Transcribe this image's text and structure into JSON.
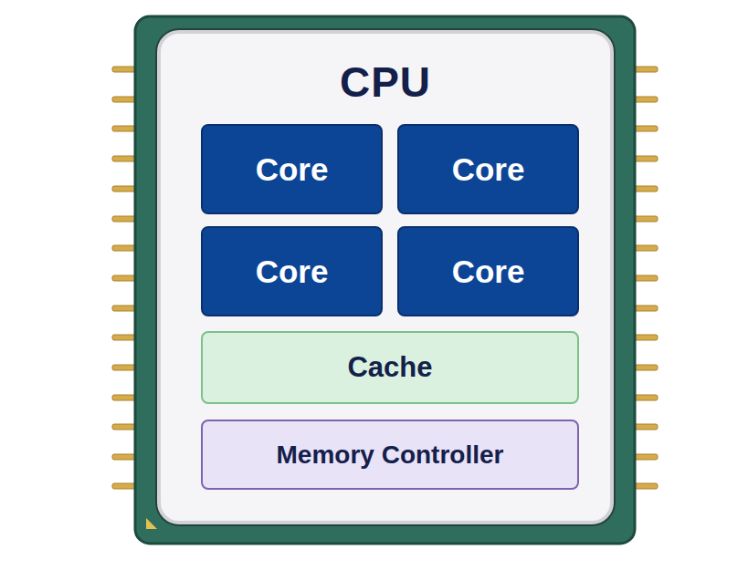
{
  "diagram": {
    "nodes": [
      {
        "text": [
          "CPU"
        ]
      },
      {
        "text": [
          "Core"
        ],
        "in": 0
      },
      {
        "text": [
          "Core"
        ],
        "in": 0
      },
      {
        "text": [
          "Core"
        ],
        "in": 0
      },
      {
        "text": [
          "Core"
        ],
        "in": 0
      },
      {
        "text": [
          "Cache"
        ],
        "in": 0
      },
      {
        "text": [
          "Memory Controller"
        ],
        "in": 0
      }
    ]
  }
}
